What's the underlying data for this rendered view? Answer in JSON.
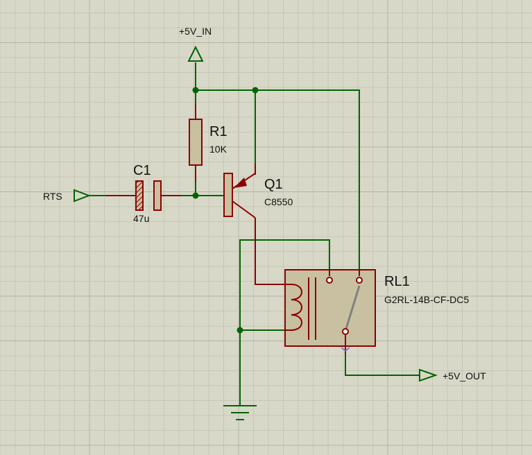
{
  "colors": {
    "background": "#d8d8c8",
    "grid_minor": "#c7c7b6",
    "grid_major": "#b4b4a3",
    "wire": "#006400",
    "component": "#8b0000",
    "component_fill": "#c8c0a0",
    "text": "#101010"
  },
  "labels": {
    "supply_in": "+5V_IN",
    "supply_out": "+5V_OUT",
    "rts": "RTS",
    "r1_ref": "R1",
    "r1_value": "10K",
    "c1_ref": "C1",
    "c1_value": "47u",
    "q1_ref": "Q1",
    "q1_value": "C8550",
    "rl1_ref": "RL1",
    "rl1_value": "G2RL-14B-CF-DC5"
  }
}
